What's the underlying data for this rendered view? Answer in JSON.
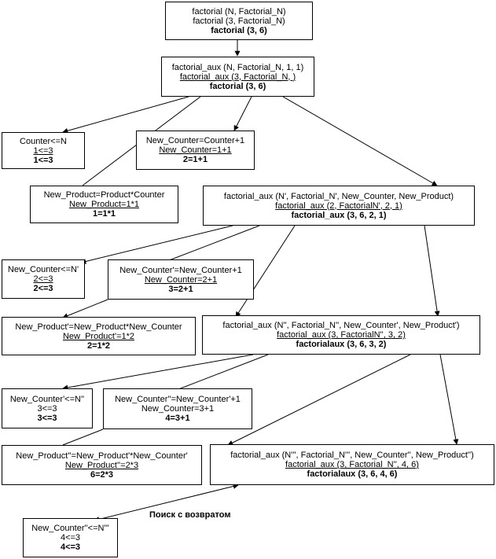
{
  "nodes": {
    "n0": [
      "factorial (N, Factorial_N)",
      "factorial (3, Factorial_N)",
      "factorial (3, 6)"
    ],
    "n1": [
      "factorial_aux (N, Factorial_N, 1, 1)",
      "factorial_aux (3, Factorial_N, )",
      "factorial (3, 6)"
    ],
    "n2": [
      "Counter<=N",
      "1<=3",
      "1<=3"
    ],
    "n3": [
      "New_Counter=Counter+1",
      "New_Counter=1+1",
      "2=1+1"
    ],
    "n4": [
      "New_Product=Product*Counter",
      "New_Product=1*1",
      "1=1*1"
    ],
    "n5": [
      "factorial_aux (N', Factorial_N', New_Counter, New_Product)",
      "factorial_aux (2, FactorialN', 2, 1)",
      "factorial_aux (3, 6, 2, 1)"
    ],
    "n6": [
      "New_Counter<=N'",
      "2<=3",
      "2<=3"
    ],
    "n7": [
      "New_Counter'=New_Counter+1",
      "New_Counter=2+1",
      "3=2+1"
    ],
    "n8": [
      "New_Product'=New_Product*New_Counter",
      "New_Product'=1*2",
      "2=1*2"
    ],
    "n9": [
      "factorial_aux (N'', Factorial_N'', New_Counter', New_Product')",
      "factorial_aux (3, FactorialN'', 3, 2)",
      "factorialaux (3, 6, 3, 2)"
    ],
    "n10": [
      "New_Counter'<=N''",
      "3<=3",
      "3<=3"
    ],
    "n11": [
      "New_Counter''=New_Counter'+1",
      "New_Counter=3+1",
      "4=3+1"
    ],
    "n12": [
      "New_Product''=New_Product'*New_Counter'",
      "New_Product''=2*3",
      "6=2*3"
    ],
    "n13": [
      "factorial_aux (N''', Factorial_N''', New_Counter'', New_Product'')",
      "factorial_aux (3, Factorial_N'', 4, 6)",
      "factorialaux (3, 6, 4, 6)"
    ],
    "n14": [
      "New_Counter''<=N'''",
      "4<=3",
      "4<=3"
    ]
  },
  "caption": "Поиск с возвратом"
}
